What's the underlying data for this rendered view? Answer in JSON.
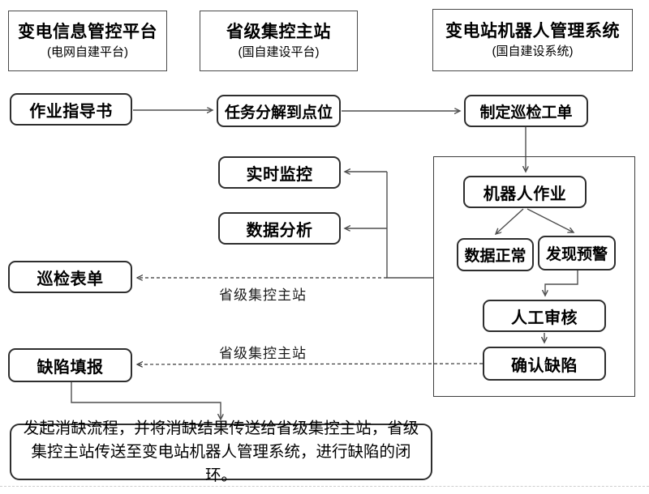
{
  "headers": [
    {
      "title": "变电信息管控平台",
      "subtitle": "(电网自建平台)"
    },
    {
      "title": "省级集控主站",
      "subtitle": "(国自建设平台)"
    },
    {
      "title": "变电站机器人管理系统",
      "subtitle": "(国自建设系统)"
    }
  ],
  "nodes": {
    "work_guide": "作业指导书",
    "task_decompose": "任务分解到点位",
    "create_order": "制定巡检工单",
    "realtime_monitor": "实时监控",
    "data_analysis": "数据分析",
    "inspection_form": "巡检表单",
    "defect_report": "缺陷填报",
    "robot_work": "机器人作业",
    "data_normal": "数据正常",
    "alert_found": "发现预警",
    "manual_review": "人工审核",
    "confirm_defect": "确认缺陷"
  },
  "edge_labels": {
    "provincial_station_1": "省级集控主站",
    "provincial_station_2": "省级集控主站"
  },
  "bottom_note": "发起消缺流程，并将消缺结果传送给省级集控主站，省级集控主站传送至变电站机器人管理系统，进行缺陷的闭环。",
  "colors": {
    "line": "#4f4f4f",
    "dashed_line": "#333333",
    "border": "#2e2e2e",
    "background": "#ffffff",
    "text": "#000000"
  }
}
